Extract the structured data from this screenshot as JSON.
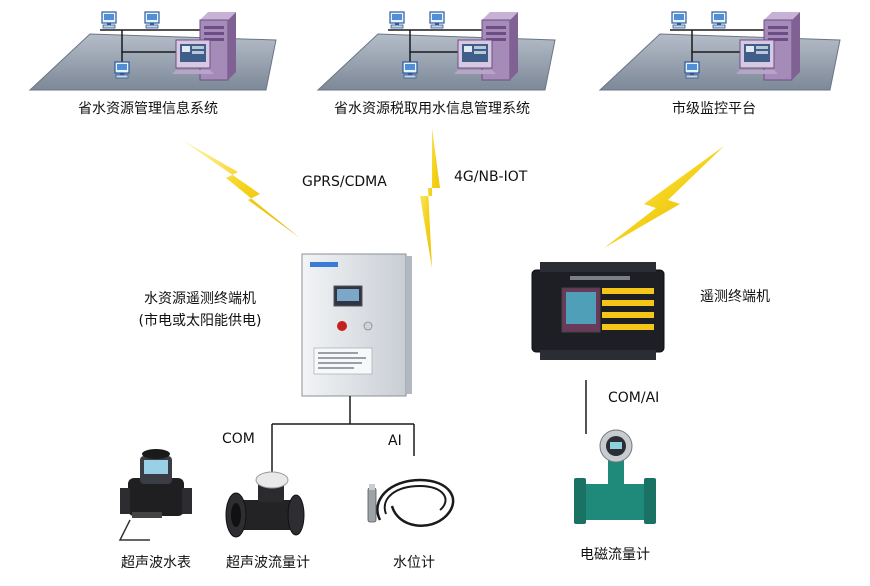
{
  "systems": [
    {
      "label": "省水资源管理信息系统"
    },
    {
      "label": "省水资源税取用水信息管理系统"
    },
    {
      "label": "市级监控平台"
    }
  ],
  "protocols": {
    "gprs": "GPRS/CDMA",
    "nbiot": "4G/NB-IOT",
    "com_left": "COM",
    "ai_left": "AI",
    "com_ai_right": "COM/AI"
  },
  "terminals": {
    "main_line1": "水资源遥测终端机",
    "main_line2": "(市电或太阳能供电)",
    "right": "遥测终端机"
  },
  "devices": [
    {
      "label": "超声波水表"
    },
    {
      "label": "超声波流量计"
    },
    {
      "label": "水位计"
    },
    {
      "label": "电磁流量计"
    }
  ],
  "colors": {
    "platform": "#8e99a8",
    "server": "#a58cb8",
    "lightning": "#f5d21c",
    "cabinet": "#e4e7ea",
    "rtu": "#1d1f24",
    "meter": "#1f8a7a"
  }
}
